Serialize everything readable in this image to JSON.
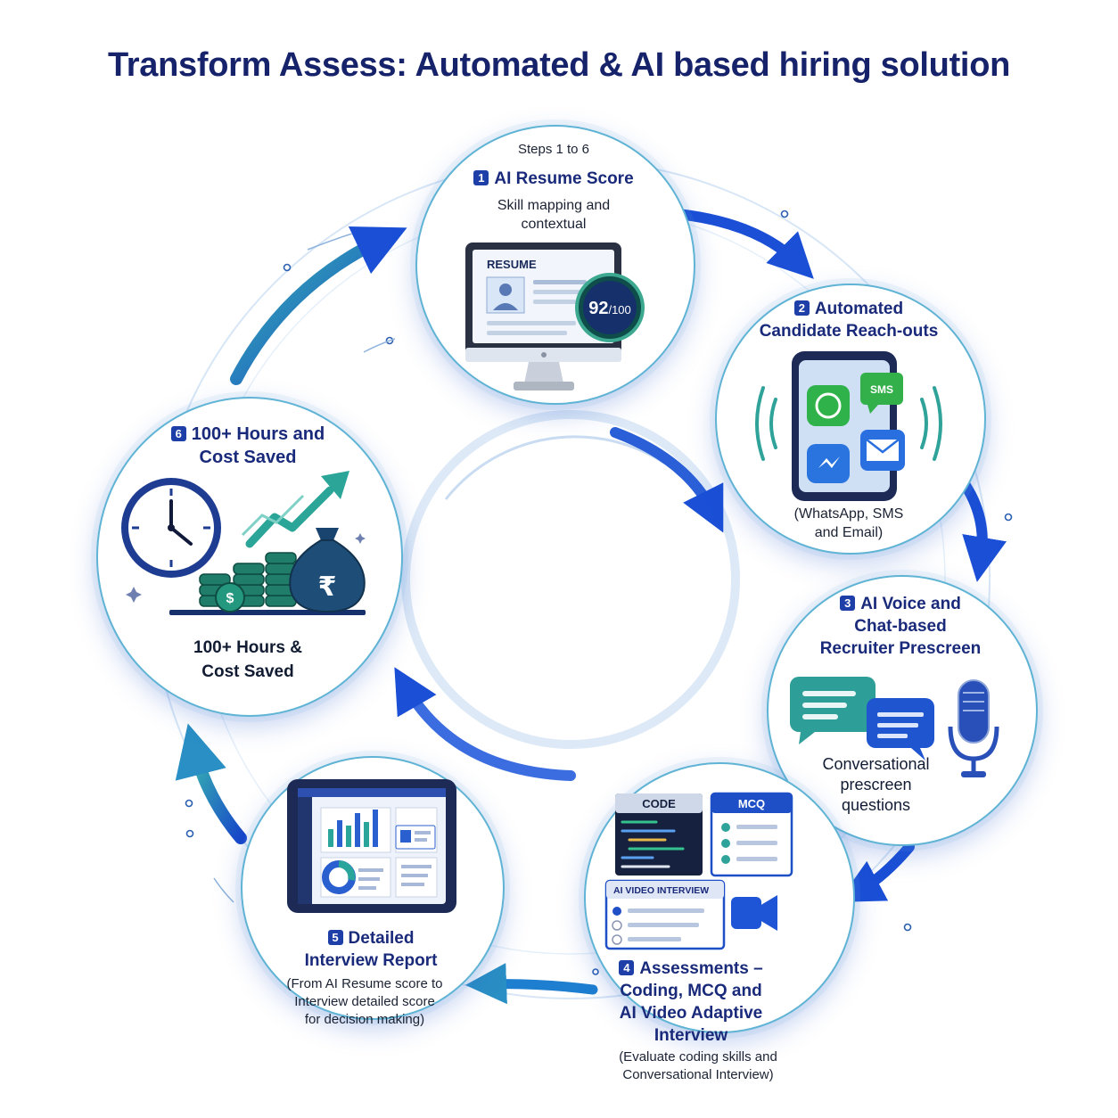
{
  "title": "Transform Assess: Automated & AI based hiring solution",
  "steps_label": "Steps 1 to 6",
  "colors": {
    "navy": "#16236b",
    "blue": "#1e4fd0",
    "teal": "#2fa3a0",
    "green": "#1e7a5a"
  },
  "steps": [
    {
      "number": "1",
      "title": "AI Resume Score",
      "subtitle_line1": "Skill mapping and",
      "subtitle_line2": "contextual",
      "resume_label": "RESUME",
      "score": "92",
      "score_suffix": "/100",
      "icon": "monitor-resume-icon"
    },
    {
      "number": "2",
      "title_line1": "Automated",
      "title_line2": "Candidate Reach-outs",
      "note_line1": "(WhatsApp, SMS",
      "note_line2": "and Email)",
      "sms_label": "SMS",
      "icon": "phone-messaging-icon"
    },
    {
      "number": "3",
      "title_line1": "AI Voice and",
      "title_line2": "Chat-based",
      "title_line3": "Recruiter Prescreen",
      "caption_line1": "Conversational",
      "caption_line2": "prescreen",
      "caption_line3": "questions",
      "icon": "chat-microphone-icon"
    },
    {
      "number": "4",
      "title_line1": "Assessments –",
      "title_line2": "Coding, MCQ and",
      "title_line3": "AI Video Adaptive",
      "title_line4": "Interview",
      "note_line1": "(Evaluate coding skills and",
      "note_line2": "Conversational Interview)",
      "code_label": "CODE",
      "mcq_label": "MCQ",
      "video_label": "AI VIDEO INTERVIEW",
      "icon": "assessment-windows-icon"
    },
    {
      "number": "5",
      "title_line1": "Detailed",
      "title_line2": "Interview Report",
      "note_line1": "(From AI Resume score to",
      "note_line2": "Interview detailed score",
      "note_line3": "for decision making)",
      "icon": "tablet-report-icon"
    },
    {
      "number": "6",
      "title_line1": "100+ Hours and",
      "title_line2": "Cost Saved",
      "caption_line1": "100+ Hours &",
      "caption_line2": "Cost Saved",
      "currency": "₹",
      "coin_symbol": "$",
      "icon": "clock-money-icon"
    }
  ]
}
